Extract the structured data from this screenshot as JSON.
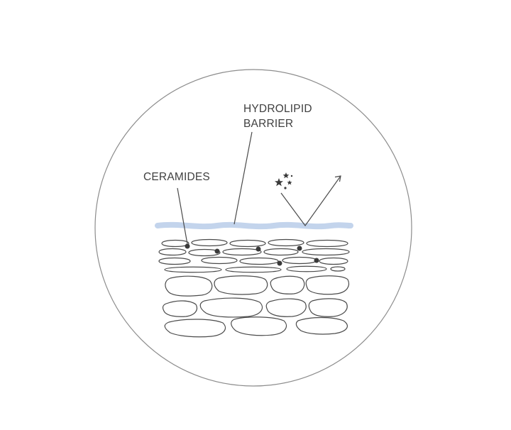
{
  "labels": {
    "hydrolipid_line1": "HYDROLIPID",
    "hydrolipid_line2": "BARRIER",
    "ceramides": "CERAMIDES"
  },
  "colors": {
    "background": "#ffffff",
    "circle_outline": "#8c8c8c",
    "barrier": "#c3d4ec",
    "line": "#4a4a4a",
    "text": "#3f3f3f",
    "dots": "#3a3a3a"
  },
  "icons": {
    "particles": "star-cluster-icon",
    "deflection": "reflect-arrow-icon"
  }
}
